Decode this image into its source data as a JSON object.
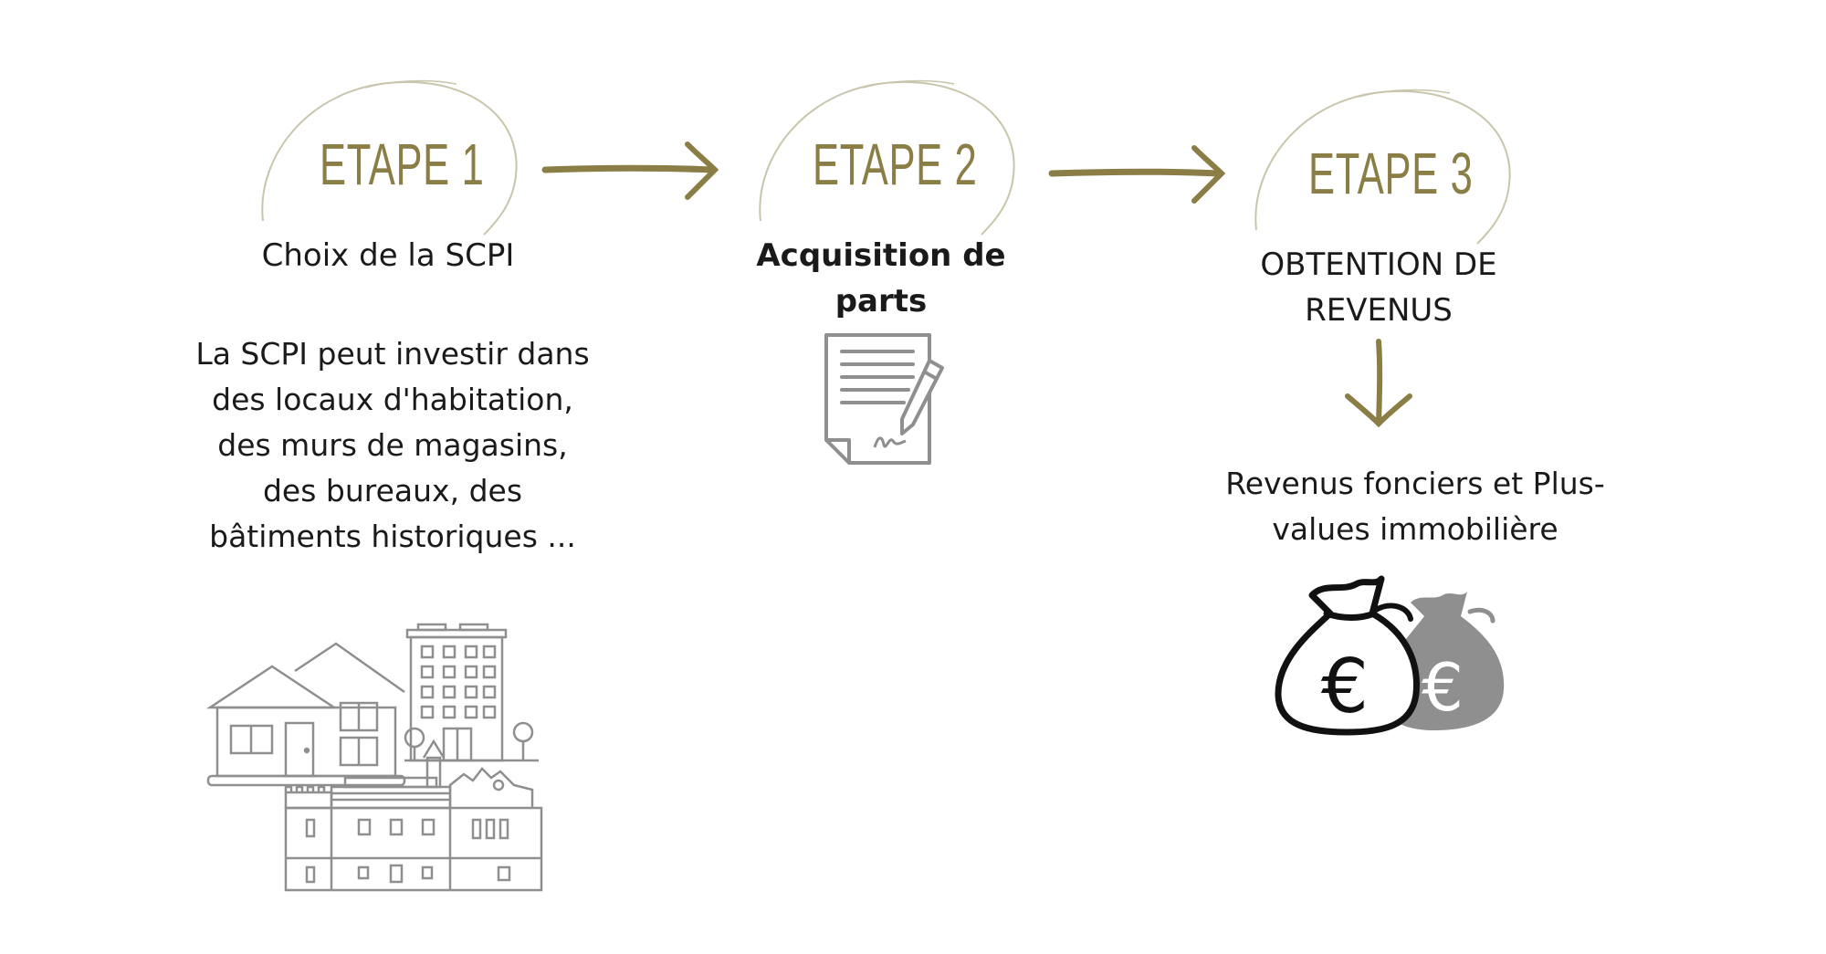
{
  "steps": [
    {
      "title": "ETAPE 1",
      "subtitle": "Choix de la SCPI",
      "description": "La SCPI peut investir dans des locaux d'habitation, des murs de magasins, des bureaux, des bâtiments historiques ...",
      "icon": "buildings-icon"
    },
    {
      "title": "ETAPE 2",
      "subtitle": "Acquisition de parts",
      "icon": "contract-signing-icon"
    },
    {
      "title": "ETAPE 3",
      "subtitle": "OBTENTION DE REVENUS",
      "description": "Revenus fonciers et Plus-values immobilière",
      "icon": "money-bags-icon",
      "currency_symbol": "€"
    }
  ],
  "colors": {
    "accent": "#8a7d45",
    "outline": "#c9c5ac",
    "icon_gray": "#8f8f8f",
    "text": "#1a1a1a"
  }
}
